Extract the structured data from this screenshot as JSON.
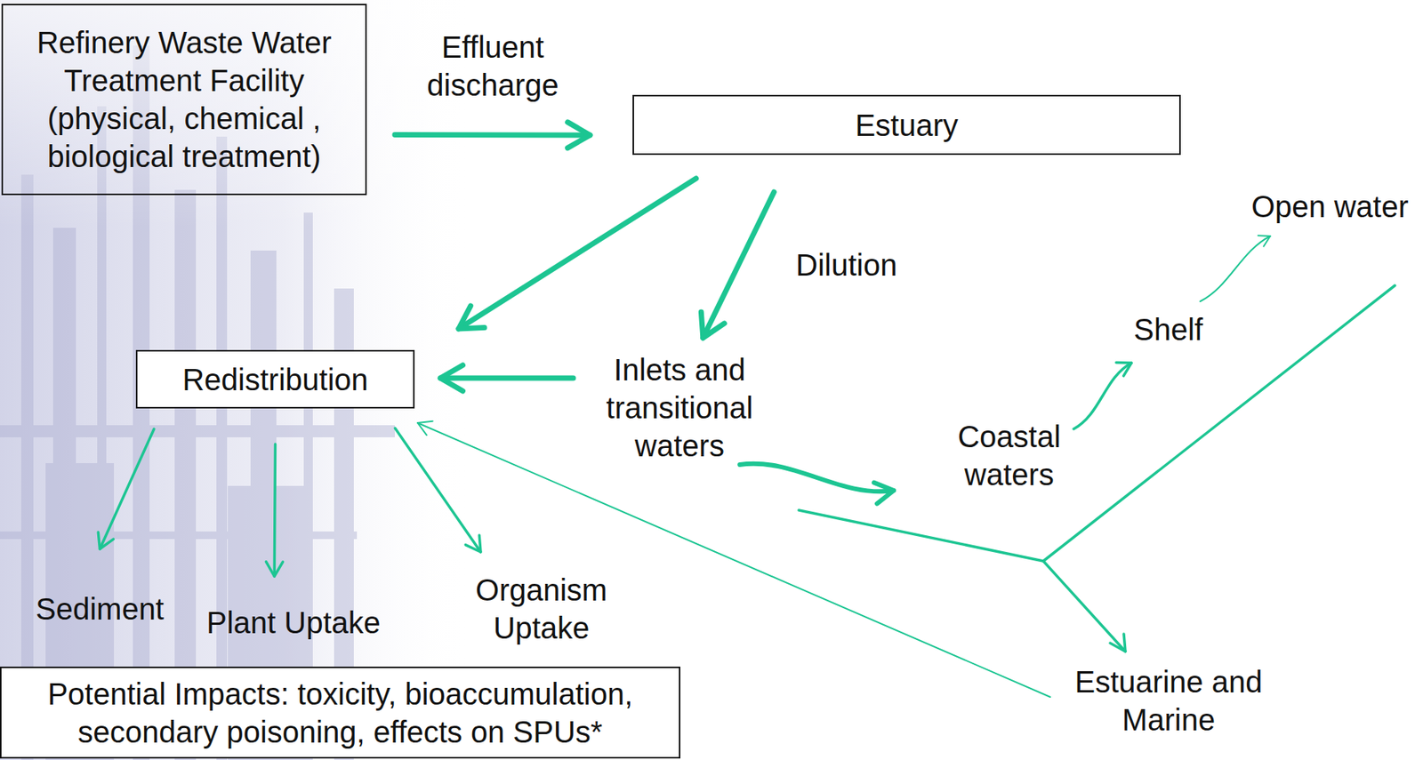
{
  "diagram": {
    "nodes": [
      {
        "text": [
          "Refinery Waste Water Treatment Facility (physical, chemical , biological treatment)"
        ]
      },
      {
        "text": [
          "Estuary"
        ]
      },
      {
        "text": [
          "Redistribution"
        ]
      },
      {
        "text": [
          "Inlets and transitional waters"
        ]
      },
      {
        "text": [
          "Sediment"
        ]
      },
      {
        "text": [
          "Plant Uptake"
        ]
      },
      {
        "text": [
          "Organism Uptake"
        ]
      },
      {
        "text": [
          "Coastal waters"
        ]
      },
      {
        "text": [
          "Shelf"
        ]
      },
      {
        "text": [
          "Open water"
        ]
      },
      {
        "text": [
          "Estuarine and Marine"
        ]
      },
      {
        "text": [
          "Potential Impacts: toxicity, bioaccumulation, secondary poisoning, effects on SPUs*"
        ]
      }
    ],
    "edges": [
      {
        "from": 0,
        "to": 1,
        "arrow": "to",
        "label": "Effluent discharge"
      },
      {
        "from": 1,
        "to": 2,
        "arrow": "to"
      },
      {
        "from": 1,
        "to": 3,
        "arrow": "to",
        "label": "Dilution"
      },
      {
        "from": 3,
        "to": 2,
        "arrow": "to"
      },
      {
        "from": 2,
        "to": 4,
        "arrow": "to"
      },
      {
        "from": 2,
        "to": 5,
        "arrow": "to"
      },
      {
        "from": 2,
        "to": 6,
        "arrow": "to"
      },
      {
        "from": 3,
        "to": 7,
        "arrow": "to"
      },
      {
        "from": 7,
        "to": 8,
        "arrow": "to"
      },
      {
        "from": 8,
        "to": 9,
        "arrow": "to"
      },
      {
        "from": 10,
        "to": 2,
        "arrow": "to"
      }
    ]
  }
}
